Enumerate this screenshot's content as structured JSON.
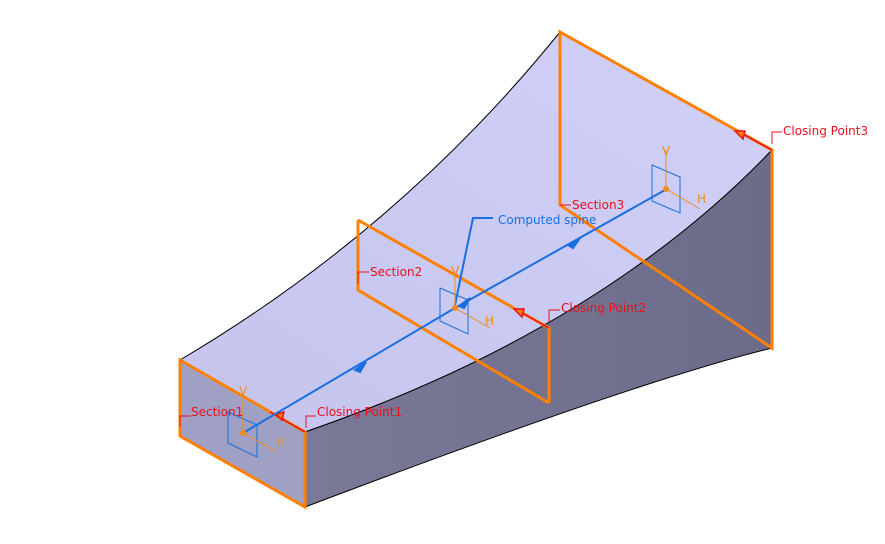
{
  "colors": {
    "top_face": "#c9c9f2",
    "front_face": "#9fa0c4",
    "side_face": "#707090",
    "section_frame": "#ff8000",
    "spine": "#1a6fe0",
    "label_red": "#e8101c",
    "edge": "#000000",
    "background": "#ffffff"
  },
  "labels": {
    "section1": "Section1",
    "section2": "Section2",
    "section3": "Section3",
    "closing_point1": "Closing Point1",
    "closing_point2": "Closing Point2",
    "closing_point3": "Closing Point3",
    "computed_spine": "Computed spine"
  },
  "axes": {
    "v_label": "V",
    "h_label": "H"
  }
}
